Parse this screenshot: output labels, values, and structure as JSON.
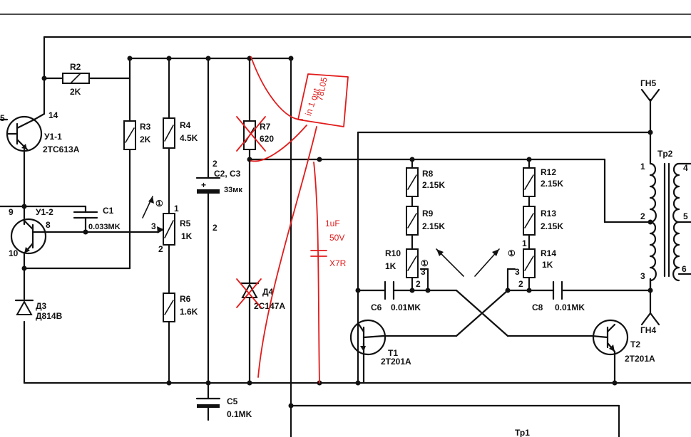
{
  "components": {
    "r2": {
      "ref": "R2",
      "value": "2K"
    },
    "r3": {
      "ref": "R3",
      "value": "2K"
    },
    "r4": {
      "ref": "R4",
      "value": "4.5K"
    },
    "r5": {
      "ref": "R5",
      "value": "1K",
      "pin1": "1",
      "pin2": "2",
      "pin3": "3"
    },
    "r6": {
      "ref": "R6",
      "value": "1.6K"
    },
    "r7": {
      "ref": "R7",
      "value": "620"
    },
    "r8": {
      "ref": "R8",
      "value": "2.15K"
    },
    "r9": {
      "ref": "R9",
      "value": "2.15K"
    },
    "r10": {
      "ref": "R10",
      "value": "1K",
      "pin3": "3",
      "pin2": "2"
    },
    "r12": {
      "ref": "R12",
      "value": "2.15K"
    },
    "r13": {
      "ref": "R13",
      "value": "2.15K"
    },
    "r14": {
      "ref": "R14",
      "value": "1K",
      "pin1": "1",
      "pin3": "3",
      "pin2": "2"
    },
    "c1": {
      "ref": "C1",
      "value": "0.033MK"
    },
    "c23": {
      "ref": "C2, C3",
      "value": "33мк",
      "plus": "+",
      "mark_top": "2",
      "mark_bottom": "2"
    },
    "c6": {
      "ref": "C6",
      "value": "0.01MK"
    },
    "c8": {
      "ref": "C8",
      "value": "0.01MK"
    },
    "c5": {
      "ref": "C5",
      "value": "0.1MK"
    },
    "u1a": {
      "ref": "У1-1",
      "type": "2TC613A",
      "pin_left": "5",
      "pin_right": "14"
    },
    "u1b": {
      "ref": "У1-2",
      "pin_top": "9",
      "pin_right": "8",
      "pin_bottom": "10"
    },
    "d3": {
      "ref": "Д3",
      "type": "Д814В"
    },
    "d4": {
      "ref": "Д4",
      "type": "2С147А"
    },
    "t1": {
      "ref": "T1",
      "type": "2T201A"
    },
    "t2": {
      "ref": "T2",
      "type": "2T201A"
    },
    "tr2": {
      "ref": "Tp2",
      "pin1": "1",
      "pin2": "2",
      "pin3": "3",
      "pin4": "4",
      "pin5": "5",
      "pin6": "6"
    },
    "gn5": {
      "ref": "ГН5"
    },
    "gn4": {
      "ref": "ГН4"
    },
    "tr1": {
      "ref": "Тр1"
    },
    "adjust_mark": "①"
  },
  "annotations": {
    "regulator": "78L05",
    "regulator_note": "in 1 out",
    "cap_value": "1uF",
    "cap_voltage": "50V",
    "cap_dielectric": "X7R"
  },
  "colors": {
    "ink": "#111111",
    "markup": "#e21b1b",
    "background": "#ffffff"
  }
}
